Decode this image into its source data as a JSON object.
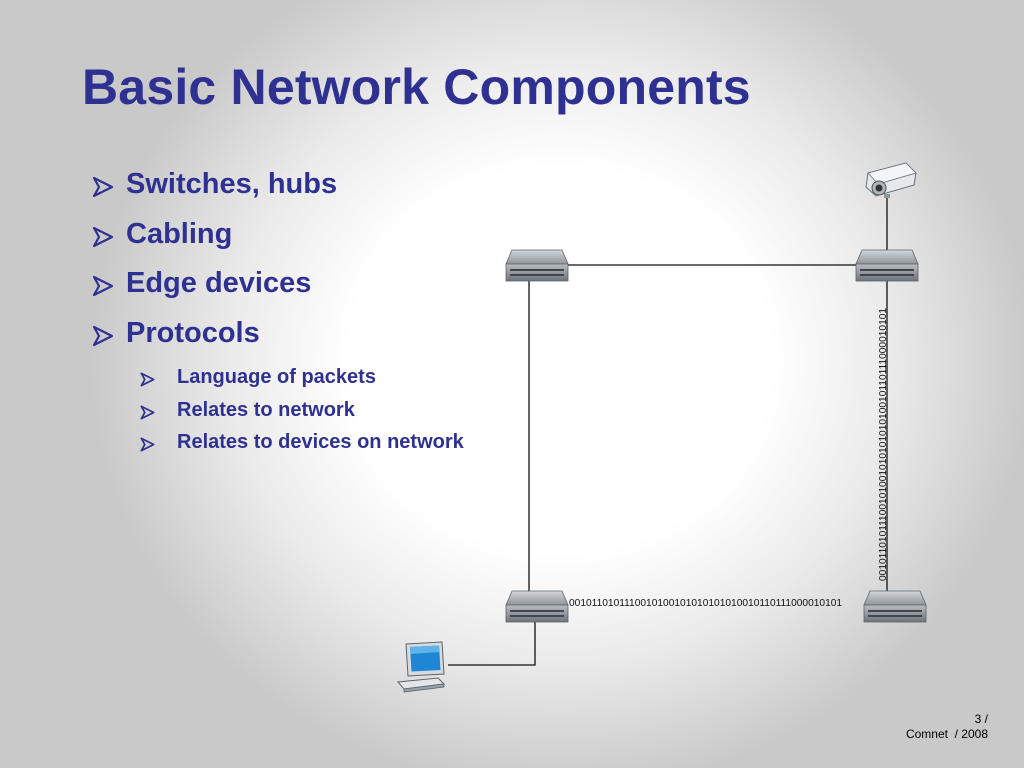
{
  "slide": {
    "title": "Basic Network Components",
    "bullets": [
      {
        "text": "Switches, hubs",
        "level": 1
      },
      {
        "text": "Cabling",
        "level": 1
      },
      {
        "text": "Edge devices",
        "level": 1
      },
      {
        "text": "Protocols",
        "level": 1
      },
      {
        "text": "Language of packets",
        "level": 2
      },
      {
        "text": "Relates to network",
        "level": 2
      },
      {
        "text": "Relates to devices on network",
        "level": 2
      }
    ]
  },
  "diagram": {
    "vertical_bitstream": "0010110101110010100101010101010010110111000010101",
    "horizontal_bitstream": "0010110101110010100101010101010010110111000010101",
    "icons": [
      "network-switch",
      "network-camera",
      "desktop-computer"
    ]
  },
  "footer": {
    "page": "3 /",
    "course": "Comnet  / 2008"
  },
  "colors": {
    "title": "#2e3192",
    "bullet_text": "#2e3192",
    "background_center": "#ffffff",
    "background_edge": "#c9c9c9"
  }
}
